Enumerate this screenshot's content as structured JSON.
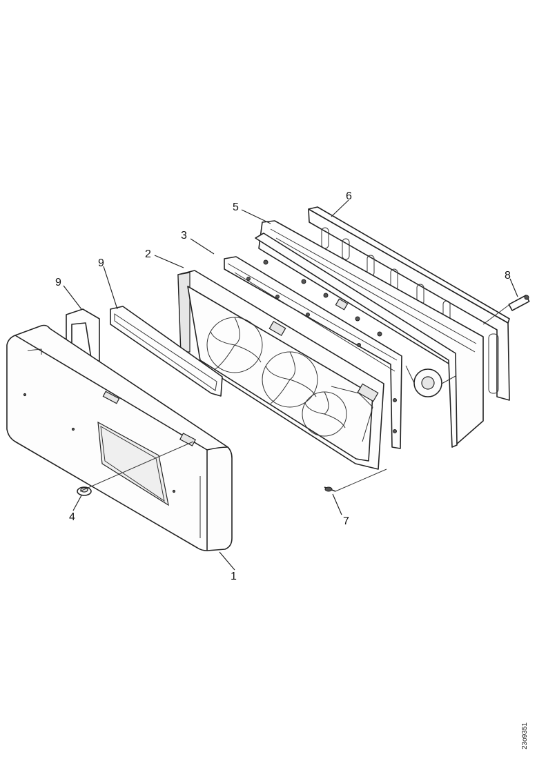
{
  "callouts": {
    "c1": "1",
    "c2": "2",
    "c3": "3",
    "c4": "4",
    "c5": "5",
    "c6": "6",
    "c7": "7",
    "c8": "8",
    "c9a": "9",
    "c9b": "9"
  },
  "drawing_code": "23o9351",
  "colors": {
    "line": "#222222",
    "background": "#ffffff"
  }
}
